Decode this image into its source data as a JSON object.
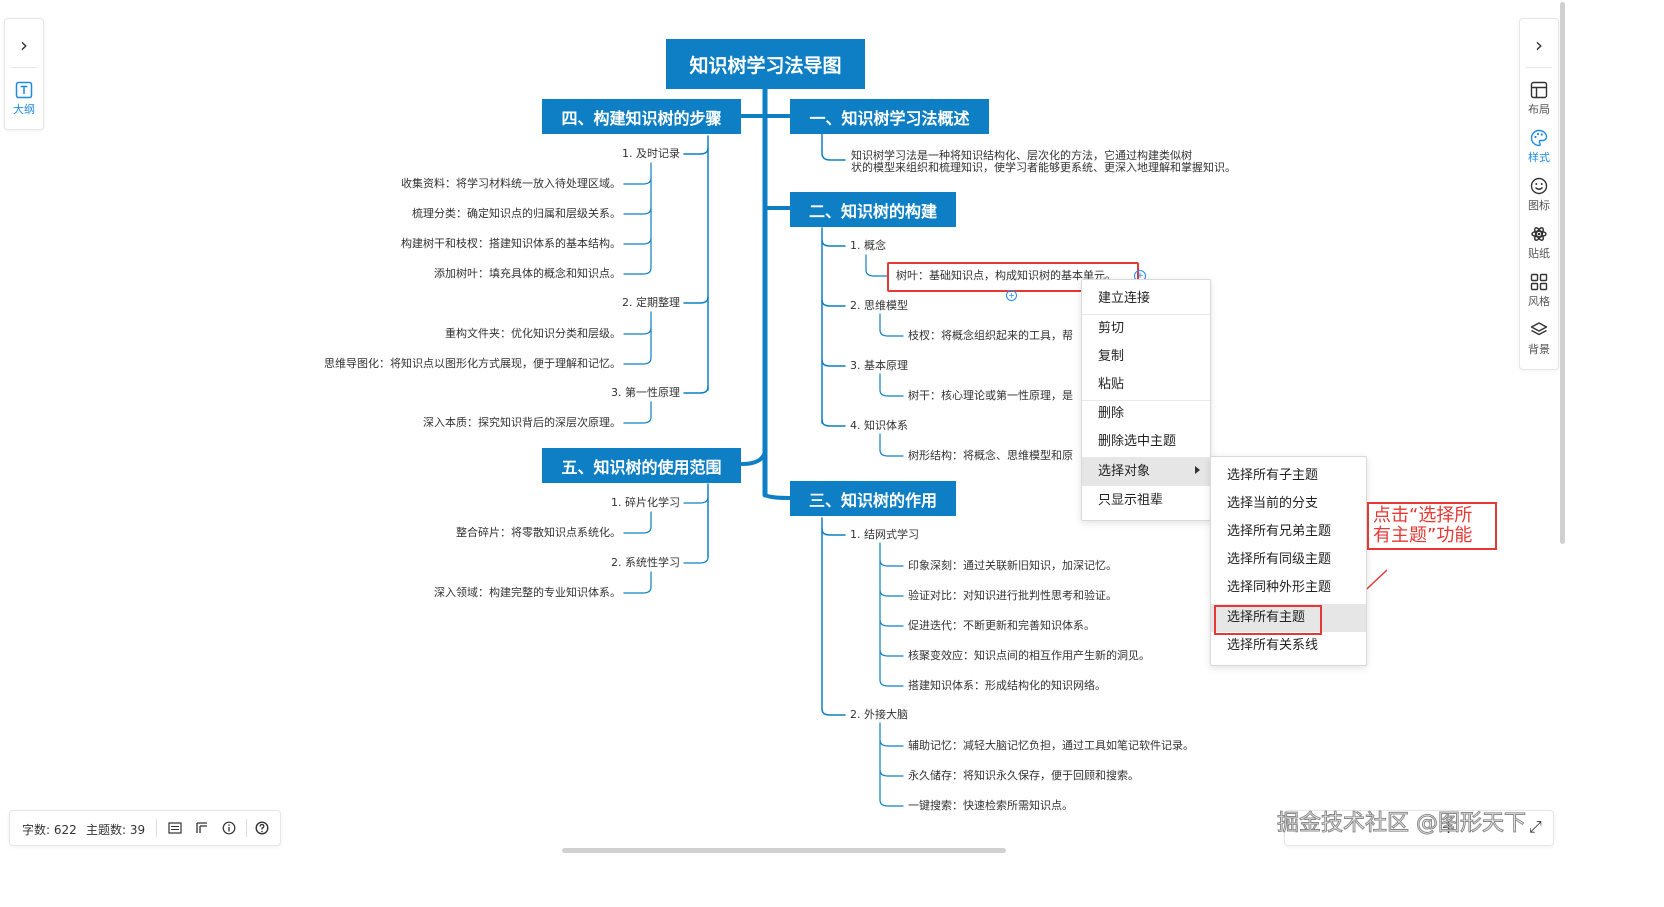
{
  "left_panel": {
    "outline_label": "大纲"
  },
  "right_panel": {
    "items": [
      {
        "label": "布局",
        "icon": "layout-icon"
      },
      {
        "label": "样式",
        "icon": "palette-icon"
      },
      {
        "label": "图标",
        "icon": "emoji-icon"
      },
      {
        "label": "贴纸",
        "icon": "sticker-icon"
      },
      {
        "label": "风格",
        "icon": "theme-icon"
      },
      {
        "label": "背景",
        "icon": "layers-icon"
      }
    ]
  },
  "map": {
    "root": "知识树学习法导图",
    "b1": {
      "title": "一、知识树学习法概述",
      "text1": "知识树学习法是一种将知识结构化、层次化的方法，它通过构建类似树",
      "text2": "状的模型来组织和梳理知识，使学习者能够更系统、更深入地理解和掌握知识。"
    },
    "b2": {
      "title": "二、知识树的构建",
      "s1": "1. 概念",
      "s1c": "树叶：基础知识点，构成知识树的基本单元。",
      "s2": "2. 思维模型",
      "s2c": "枝杈：将概念组织起来的工具，帮",
      "s3": "3. 基本原理",
      "s3c": "树干：核心理论或第一性原理，是",
      "s4": "4. 知识体系",
      "s4c": "树形结构：将概念、思维模型和原"
    },
    "b3": {
      "title": "三、知识树的作用",
      "s1": "1. 结网式学习",
      "s1c": [
        "印象深刻：通过关联新旧知识，加深记忆。",
        "验证对比：对知识进行批判性思考和验证。",
        "促进迭代：不断更新和完善知识体系。",
        "核聚变效应：知识点间的相互作用产生新的洞见。",
        "搭建知识体系：形成结构化的知识网络。"
      ],
      "s2": "2. 外接大脑",
      "s2c": [
        "辅助记忆：减轻大脑记忆负担，通过工具如笔记软件记录。",
        "永久储存：将知识永久保存，便于回顾和搜索。",
        "一键搜索：快速检索所需知识点。"
      ]
    },
    "b4": {
      "title": "四、构建知识树的步骤",
      "s1": "1. 及时记录",
      "s1c": [
        "收集资料：将学习材料统一放入待处理区域。",
        "梳理分类：确定知识点的归属和层级关系。",
        "构建树干和枝杈：搭建知识体系的基本结构。",
        "添加树叶：填充具体的概念和知识点。"
      ],
      "s2": "2. 定期整理",
      "s2c": [
        "重构文件夹：优化知识分类和层级。",
        "思维导图化：将知识点以图形化方式展现，便于理解和记忆。"
      ],
      "s3": "3. 第一性原理",
      "s3c": [
        "深入本质：探究知识背后的深层次原理。"
      ]
    },
    "b5": {
      "title": "五、知识树的使用范围",
      "s1": "1. 碎片化学习",
      "s1c": "整合碎片：将零散知识点系统化。",
      "s2": "2. 系统性学习",
      "s2c": "深入领域：构建完整的专业知识体系。"
    }
  },
  "context_menu": {
    "items": [
      "建立连接",
      "剪切",
      "复制",
      "粘贴",
      "删除",
      "删除选中主题",
      "选择对象",
      "只显示祖辈"
    ]
  },
  "submenu": {
    "items": [
      "选择所有子主题",
      "选择当前的分支",
      "选择所有兄弟主题",
      "选择所有同级主题",
      "选择同种外形主题",
      "选择所有主题",
      "选择所有关系线"
    ]
  },
  "annotation": {
    "line1": "点击“选择所",
    "line2": "有主题”功能"
  },
  "status": {
    "word_count": "字数: 622",
    "topic_count": "主题数: 39"
  },
  "watermark": "掘金技术社区 @图形天下",
  "colors": {
    "primary": "#0e7fc4",
    "accent": "#1f8ae6",
    "annotation": "#e53935"
  }
}
